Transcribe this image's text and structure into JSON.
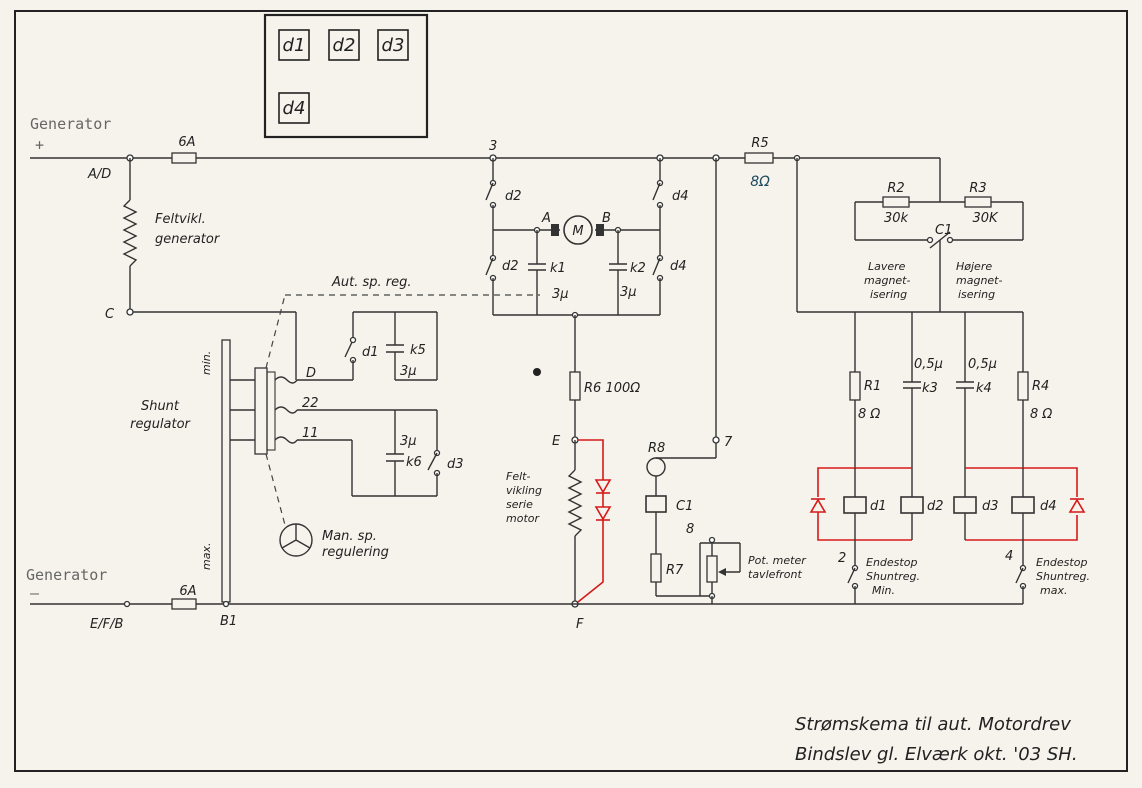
{
  "legend": [
    "d1",
    "d2",
    "d3",
    "d4"
  ],
  "generator": {
    "pos_label": "Generator",
    "pos_sign": "+",
    "neg_label": "Generator",
    "neg_sign": "—",
    "fuse_top": "6A",
    "fuse_bottom": "6A",
    "node_ad": "A/D",
    "node_c": "C",
    "node_efb": "E/F/B",
    "node_b1": "B1",
    "field_winding": [
      "Feltvikl.",
      "generator"
    ]
  },
  "shunt": {
    "label": [
      "Shunt",
      "regulator"
    ],
    "min": "min.",
    "max": "max.",
    "tap_d": "D",
    "tap_22": "22",
    "tap_11": "11",
    "auto_reg": "Aut. sp. reg.",
    "manual": [
      "Man. sp.",
      "regulering"
    ]
  },
  "motor": {
    "m": "M",
    "a": "A",
    "b": "B",
    "node_3": "3",
    "node_e": "E",
    "node_f": "F",
    "r6": "R6 100Ω",
    "series_field": [
      "Felt-",
      "vikling",
      "serie",
      "motor"
    ]
  },
  "caps": {
    "k1": "k1",
    "k2": "k2",
    "k3": "k3",
    "k4": "k4",
    "k5": "k5",
    "k6": "k6",
    "three_mu": "3μ",
    "half_mu": "0,5μ"
  },
  "switches": {
    "d1": "d1",
    "d2": "d2",
    "d3": "d3",
    "d4": "d4",
    "c1": "C1"
  },
  "resistors": {
    "r5": "R5",
    "r5_val": "8Ω",
    "r2": "R2",
    "r2_val": "30k",
    "r3": "R3",
    "r3_val": "30K",
    "r1": "R1",
    "r1_val": "8 Ω",
    "r4": "R4",
    "r4_val": "8 Ω",
    "r7": "R7",
    "r8": "R8"
  },
  "labels": {
    "lower": [
      "Lavere",
      "magnet-",
      "isering"
    ],
    "higher": [
      "Højere",
      "magnet-",
      "isering"
    ],
    "node_7": "7",
    "node_8": "8",
    "node_2": "2",
    "node_4": "4",
    "c1_coil": "C1",
    "pot": [
      "Pot. meter",
      "tavlefront"
    ],
    "endstop_min": [
      "Endestop",
      "Shuntreg.",
      "Min."
    ],
    "endstop_max": [
      "Endestop",
      "Shuntreg.",
      "max."
    ]
  },
  "title": {
    "line1": "Strømskema til aut. Motordrev",
    "line2": "Bindslev gl. Elværk  okt. '03 SH."
  },
  "colors": {
    "wire": "#333333",
    "diode": "#d61a1a",
    "paper": "#f6f3ec"
  }
}
